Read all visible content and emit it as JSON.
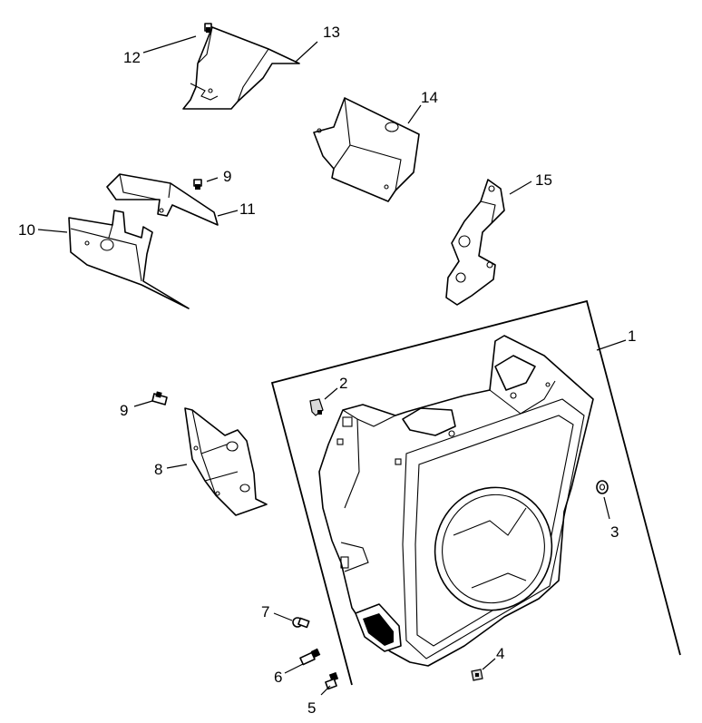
{
  "callouts": [
    {
      "id": "1",
      "text": "1"
    },
    {
      "id": "2",
      "text": "2"
    },
    {
      "id": "3",
      "text": "3"
    },
    {
      "id": "4",
      "text": "4"
    },
    {
      "id": "5",
      "text": "5"
    },
    {
      "id": "6",
      "text": "6"
    },
    {
      "id": "7",
      "text": "7"
    },
    {
      "id": "8",
      "text": "8"
    },
    {
      "id": "9a",
      "text": "9"
    },
    {
      "id": "9b",
      "text": "9"
    },
    {
      "id": "10",
      "text": "10"
    },
    {
      "id": "11",
      "text": "11"
    },
    {
      "id": "12",
      "text": "12"
    },
    {
      "id": "13",
      "text": "13"
    },
    {
      "id": "14",
      "text": "14"
    },
    {
      "id": "15",
      "text": "15"
    }
  ]
}
